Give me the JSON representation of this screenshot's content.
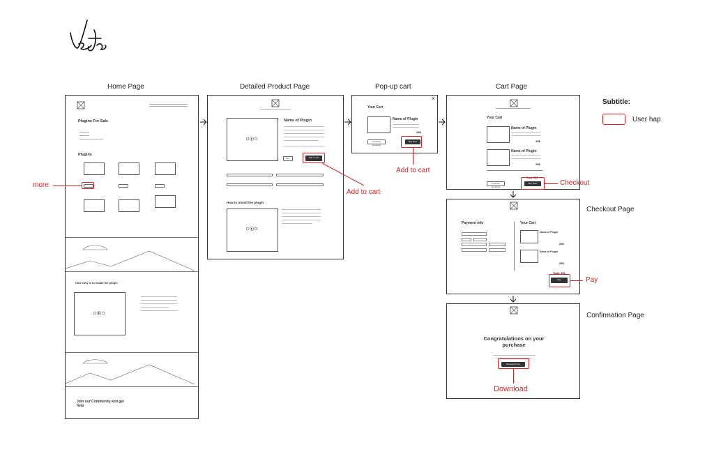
{
  "signature": "VeJa",
  "pages": {
    "home": {
      "title": "Home Page",
      "hero_title": "Plugins For Sale",
      "plugins_heading": "Plugins",
      "install_heading": "How easy is to install the plugin",
      "community": "Join our Community  and get help"
    },
    "product": {
      "title": "Detailed Product Page",
      "name": "Name of Plugin",
      "buy": "Buy",
      "add_to_cart": "Add to cart",
      "install_heading": "How to install the plugin"
    },
    "popup": {
      "title": "Pop-up cart",
      "heading": "Your Cart",
      "item_name": "Name of Plugin",
      "price": "25$",
      "close": "×",
      "continue": "Continue shopping",
      "buy_now": "Buy Now"
    },
    "cart": {
      "title": "Cart  Page",
      "heading": "Your Cart",
      "item_name": "Name of Plugin",
      "price": "25$",
      "continue": "Continue shopping",
      "total": "Total: 50$",
      "checkout_btn": "Buy Now"
    },
    "checkout": {
      "title": "Checkout  Page",
      "payment_heading": "Payment info",
      "cart_heading": "Your Cart",
      "item_name": "Name of Plugin",
      "price": "25$",
      "total": "Total: 50$",
      "pay_btn": "Pay"
    },
    "confirmation": {
      "title": "Confirmation Page",
      "message": "Congratulations on your purchase",
      "download_btn": "Download now"
    }
  },
  "annotations": {
    "more": "more",
    "add_to_cart_product": "Add to cart",
    "add_to_cart_popup": "Add to cart",
    "checkout": "Checkout",
    "pay": "Pay",
    "download": "Download"
  },
  "legend": {
    "title": "Subtitle:",
    "item": "User hap"
  },
  "colors": {
    "annotation": "#e02020",
    "wireframe": "#333333",
    "button": "#333333"
  }
}
